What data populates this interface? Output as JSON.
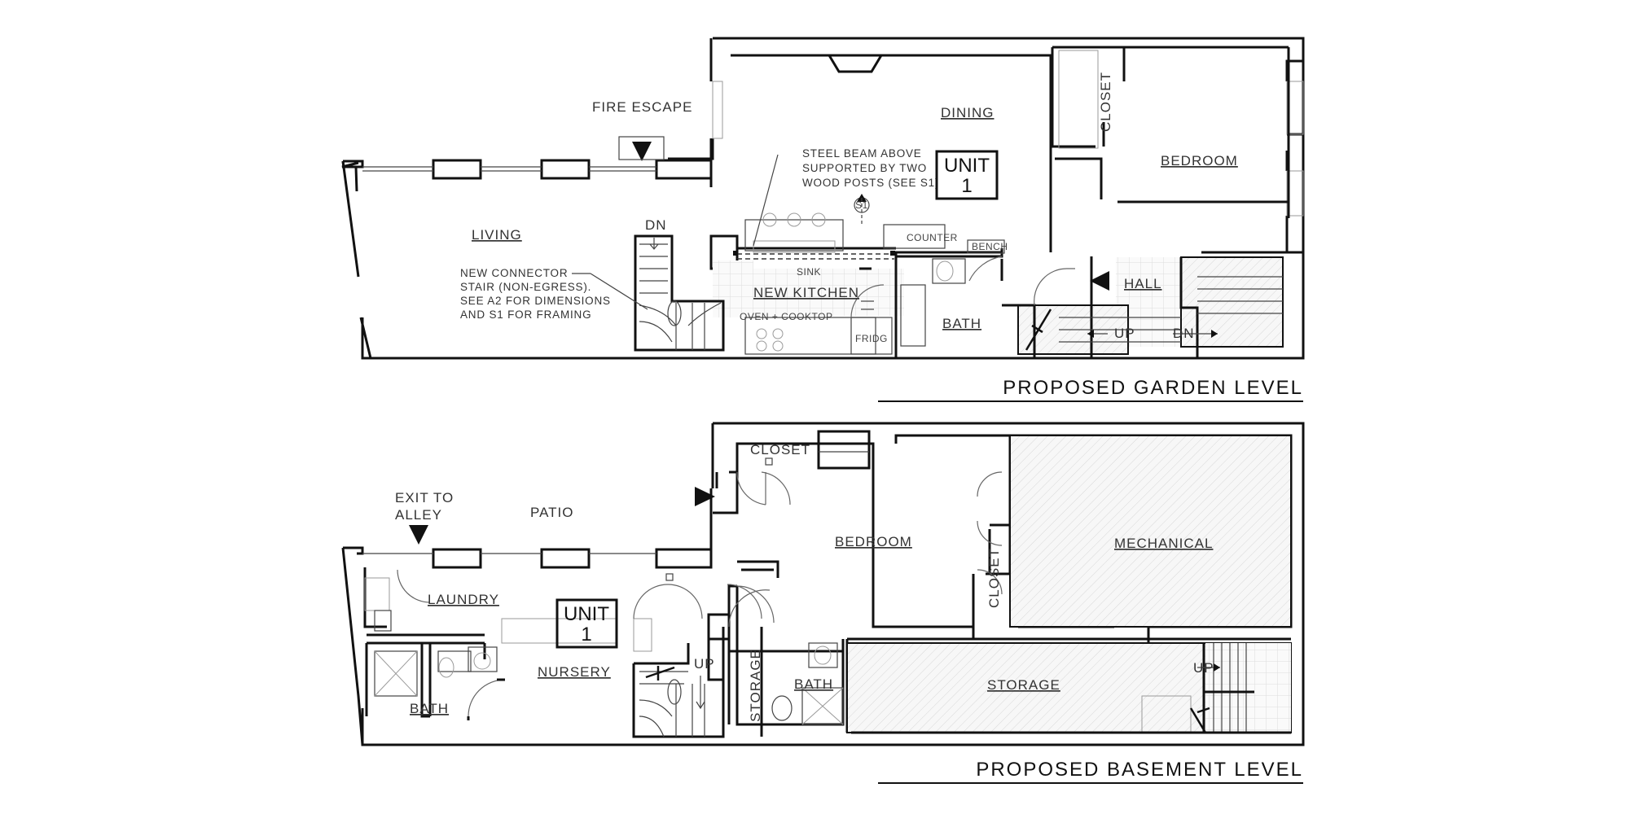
{
  "garden": {
    "title": "PROPOSED GARDEN LEVEL",
    "fire_escape": "FIRE ESCAPE",
    "dining": "DINING",
    "closet": "CLOSET",
    "bedroom": "BEDROOM",
    "steel_note": [
      "STEEL BEAM ABOVE",
      "SUPPORTED BY TWO",
      "WOOD POSTS (SEE S1)"
    ],
    "unit_line1": "UNIT",
    "unit_line2": "1",
    "living": "LIVING",
    "dn": "DN",
    "connector_note": [
      "NEW CONNECTOR",
      "STAIR (NON-EGRESS).",
      "SEE A2 FOR DIMENSIONS",
      "AND S1 FOR FRAMING"
    ],
    "counter": "COUNTER",
    "bench": "BENCH",
    "sink": "SINK",
    "new_kitchen": "NEW KITCHEN",
    "oven": "OVEN + COOKTOP",
    "fridg": "FRIDG",
    "bath": "BATH",
    "hall": "HALL",
    "up": "UP",
    "dn2": "DN",
    "section_tag": "S1"
  },
  "basement": {
    "title": "PROPOSED BASEMENT LEVEL",
    "closet": "CLOSET",
    "exit": [
      "EXIT TO",
      "ALLEY"
    ],
    "patio": "PATIO",
    "bedroom": "BEDROOM",
    "mechanical": "MECHANICAL",
    "laundry": "LAUNDRY",
    "unit_line1": "UNIT",
    "unit_line2": "1",
    "closet2": "CLOSET",
    "up": "UP",
    "storage_v": "STORAGE",
    "bath": "BATH",
    "storage": "STORAGE",
    "up2": "UP",
    "nursery": "NURSERY",
    "bath2": "BATH"
  }
}
